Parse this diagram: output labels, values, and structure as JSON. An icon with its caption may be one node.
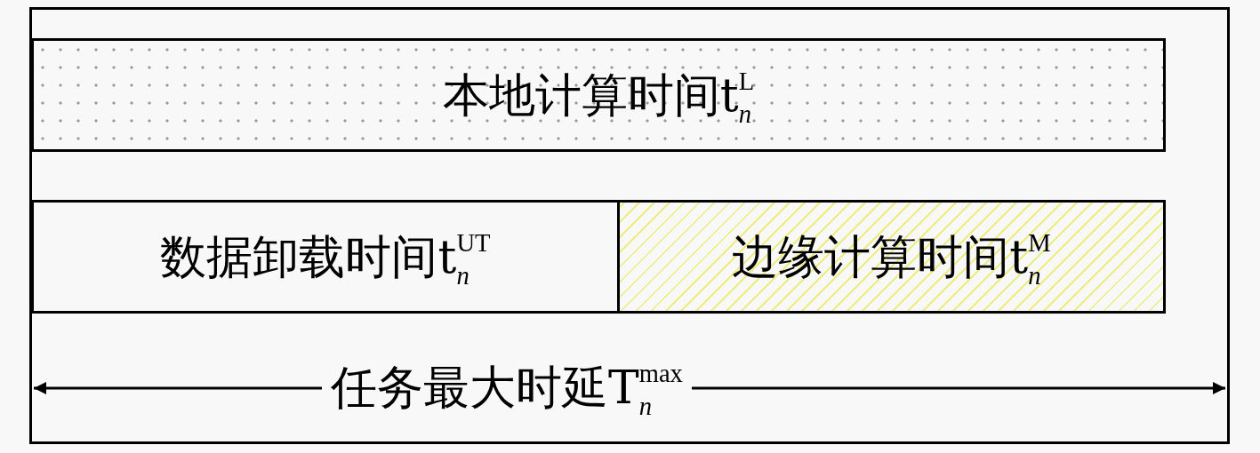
{
  "diagram": {
    "nodes": [
      {
        "text": [
          "本地计算时间t$_{n}$$^{L}$"
        ]
      },
      {
        "text": [
          "数据卸载时间t$_{n}$$^{UT}$"
        ]
      },
      {
        "text": [
          "边缘计算时间t$_{n}$$^{M}$"
        ]
      }
    ],
    "labels": [
      "任务最大时延T$_{n}$$^{max}$"
    ]
  }
}
